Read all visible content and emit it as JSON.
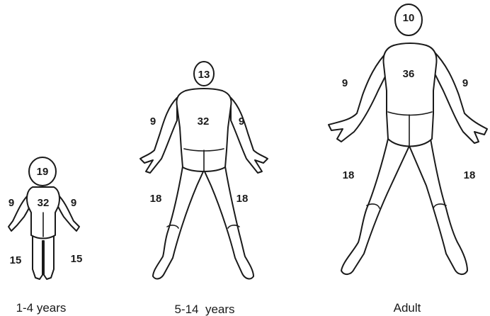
{
  "colors": {
    "ink": "#1a1a1a",
    "background": "#ffffff"
  },
  "figures": {
    "child": {
      "caption": "1-4 years",
      "head": "19",
      "trunk": "32",
      "left_arm": "9",
      "right_arm": "9",
      "left_leg": "15",
      "right_leg": "15"
    },
    "youth": {
      "caption": "5-14  years",
      "head": "13",
      "trunk": "32",
      "left_arm": "9",
      "right_arm": "9",
      "left_leg": "18",
      "right_leg": "18"
    },
    "adult": {
      "caption": "Adult",
      "head": "10",
      "trunk": "36",
      "left_arm": "9",
      "right_arm": "9",
      "left_leg": "18",
      "right_leg": "18"
    }
  }
}
